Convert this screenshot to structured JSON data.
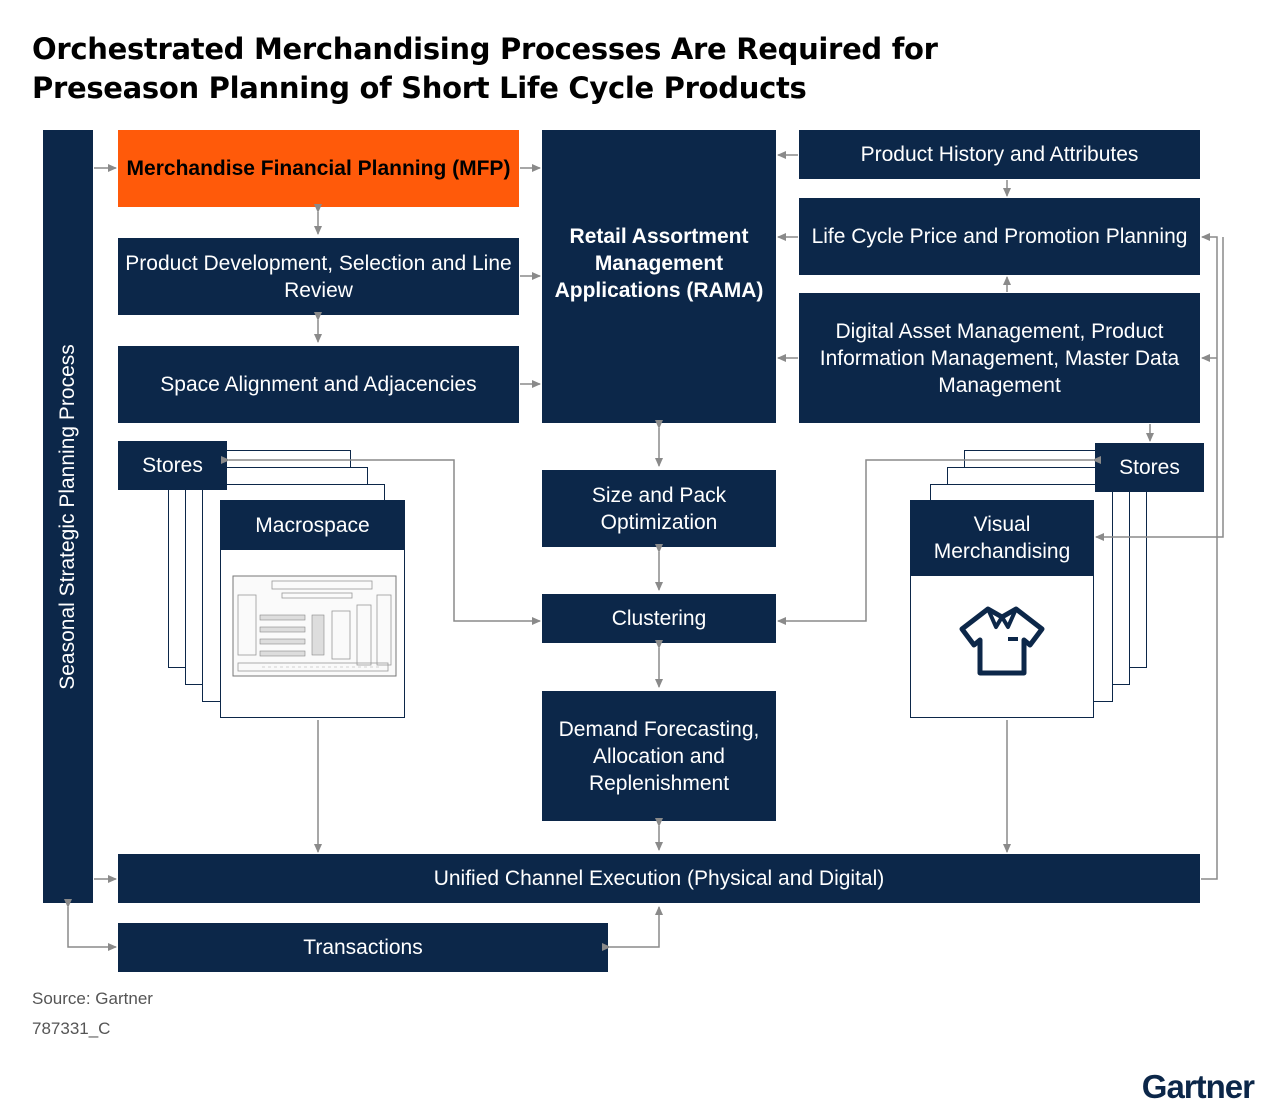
{
  "title": {
    "line1": "Orchestrated Merchandising Processes Are Required for",
    "line2": "Preseason Planning of Short Life Cycle Products"
  },
  "side_label": "Seasonal Strategic Planning Process",
  "boxes": {
    "mfp": "Merchandise Financial Planning (MFP)",
    "product_dev": "Product Development, Selection and Line Review",
    "space": "Space Alignment and Adjacencies",
    "stores_left": "Stores",
    "macrospace": "Macrospace",
    "rama": "Retail Assortment Management Applications (RAMA)",
    "size_pack": "Size and Pack Optimization",
    "clustering": "Clustering",
    "demand": "Demand Forecasting, Allocation and Replenishment",
    "product_history": "Product History and Attributes",
    "lifecycle": "Life Cycle Price and Promotion Planning",
    "dam": "Digital Asset Management, Product Information Management, Master Data Management",
    "stores_right": "Stores",
    "visual": "Visual Merchandising",
    "unified": "Unified Channel Execution (Physical and Digital)",
    "transactions": "Transactions"
  },
  "footer": {
    "source": "Source: Gartner",
    "id": "787331_C"
  },
  "logo": "Gartner",
  "colors": {
    "navy": "#0c2749",
    "orange": "#ff5a0a",
    "arrow": "#8a8a8a"
  },
  "icons": [
    "floor-plan-image",
    "shirt-icon"
  ]
}
